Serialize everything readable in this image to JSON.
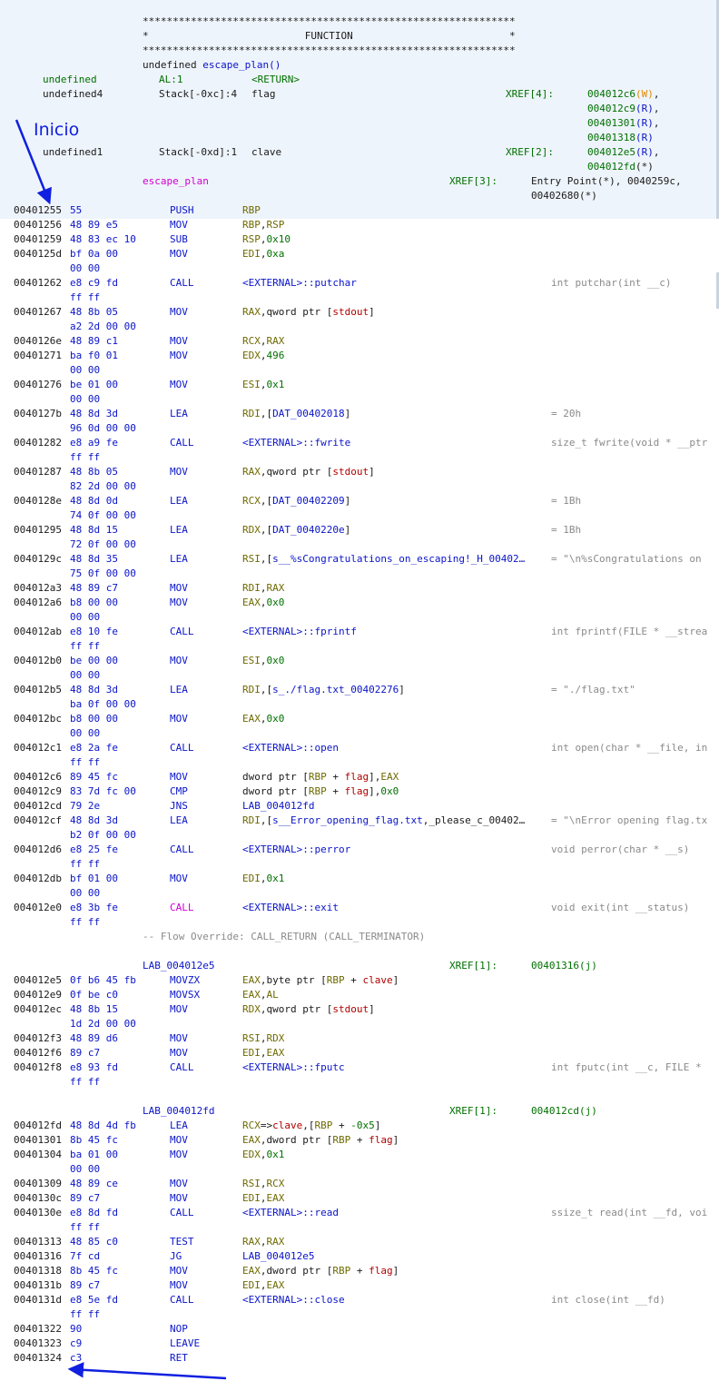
{
  "header": {
    "stars": "**************************************************************",
    "function_line": "*                          FUNCTION                          *",
    "signature_ret": "undefined",
    "signature_name": "escape_plan()",
    "vars": [
      {
        "type": "undefined",
        "storage": "AL:1",
        "name": "<RETURN>",
        "xref": ""
      },
      {
        "type": "undefined4",
        "storage": "Stack[-0xc]:4",
        "name": "flag",
        "xref": "XREF[4]:"
      },
      {
        "type": "undefined1",
        "storage": "Stack[-0xd]:1",
        "name": "clave",
        "xref": "XREF[2]:"
      }
    ],
    "flag_xrefs": [
      {
        "addr": "004012c6",
        "kind": "(W)"
      },
      {
        "addr": "004012c9",
        "kind": "(R)"
      },
      {
        "addr": "00401301",
        "kind": "(R)"
      },
      {
        "addr": "00401318",
        "kind": "(R)"
      }
    ],
    "clave_xrefs": [
      {
        "addr": "004012e5",
        "kind": "(R)"
      },
      {
        "addr": "004012fd",
        "kind": "(*)"
      }
    ],
    "label": "escape_plan",
    "label_xref": "XREF[3]:",
    "label_refs_1": "Entry Point(*), 0040259c,",
    "label_refs_2": "00402680(*)"
  },
  "annotations": {
    "start": "Inicio"
  },
  "labels": {
    "lab1": "LAB_004012e5",
    "lab1_xref": "XREF[1]:",
    "lab1_ref": "00401316(j)",
    "lab2": "LAB_004012fd",
    "lab2_xref": "XREF[1]:",
    "lab2_ref": "004012cd(j)",
    "flow_override": "-- Flow Override: CALL_RETURN (CALL_TERMINATOR)"
  },
  "rows": [
    {
      "addr": "00401255",
      "bytes": "55",
      "mn": "PUSH",
      "op": "RBP"
    },
    {
      "addr": "00401256",
      "bytes": "48 89 e5",
      "mn": "MOV",
      "op": "RBP,RSP"
    },
    {
      "addr": "00401259",
      "bytes": "48 83 ec 10",
      "mn": "SUB",
      "op": "RSP,0x10"
    },
    {
      "addr": "0040125d",
      "bytes": "bf 0a 00",
      "bytes2": "00 00",
      "mn": "MOV",
      "op": "EDI,0xa"
    },
    {
      "addr": "00401262",
      "bytes": "e8 c9 fd",
      "bytes2": "ff ff",
      "mn": "CALL",
      "op": "<EXTERNAL>::putchar",
      "cm": "int putchar(int __c)"
    },
    {
      "addr": "00401267",
      "bytes": "48 8b 05",
      "bytes2": "a2 2d 00 00",
      "mn": "MOV",
      "op": "RAX,qword ptr [stdout]"
    },
    {
      "addr": "0040126e",
      "bytes": "48 89 c1",
      "mn": "MOV",
      "op": "RCX,RAX"
    },
    {
      "addr": "00401271",
      "bytes": "ba f0 01",
      "bytes2": "00 00",
      "mn": "MOV",
      "op": "EDX,496"
    },
    {
      "addr": "00401276",
      "bytes": "be 01 00",
      "bytes2": "00 00",
      "mn": "MOV",
      "op": "ESI,0x1"
    },
    {
      "addr": "0040127b",
      "bytes": "48 8d 3d",
      "bytes2": "96 0d 00 00",
      "mn": "LEA",
      "op": "RDI,[DAT_00402018]",
      "cm": "= 20h"
    },
    {
      "addr": "00401282",
      "bytes": "e8 a9 fe",
      "bytes2": "ff ff",
      "mn": "CALL",
      "op": "<EXTERNAL>::fwrite",
      "cm": "size_t fwrite(void * __ptr"
    },
    {
      "addr": "00401287",
      "bytes": "48 8b 05",
      "bytes2": "82 2d 00 00",
      "mn": "MOV",
      "op": "RAX,qword ptr [stdout]"
    },
    {
      "addr": "0040128e",
      "bytes": "48 8d 0d",
      "bytes2": "74 0f 00 00",
      "mn": "LEA",
      "op": "RCX,[DAT_00402209]",
      "cm": "= 1Bh"
    },
    {
      "addr": "00401295",
      "bytes": "48 8d 15",
      "bytes2": "72 0f 00 00",
      "mn": "LEA",
      "op": "RDX,[DAT_0040220e]",
      "cm": "= 1Bh"
    },
    {
      "addr": "0040129c",
      "bytes": "48 8d 35",
      "bytes2": "75 0f 00 00",
      "mn": "LEA",
      "op": "RSI,[s__%sCongratulations_on_escaping!_H_00402…",
      "cm": "= \"\\n%sCongratulations on"
    },
    {
      "addr": "004012a3",
      "bytes": "48 89 c7",
      "mn": "MOV",
      "op": "RDI,RAX"
    },
    {
      "addr": "004012a6",
      "bytes": "b8 00 00",
      "bytes2": "00 00",
      "mn": "MOV",
      "op": "EAX,0x0"
    },
    {
      "addr": "004012ab",
      "bytes": "e8 10 fe",
      "bytes2": "ff ff",
      "mn": "CALL",
      "op": "<EXTERNAL>::fprintf",
      "cm": "int fprintf(FILE * __strea"
    },
    {
      "addr": "004012b0",
      "bytes": "be 00 00",
      "bytes2": "00 00",
      "mn": "MOV",
      "op": "ESI,0x0"
    },
    {
      "addr": "004012b5",
      "bytes": "48 8d 3d",
      "bytes2": "ba 0f 00 00",
      "mn": "LEA",
      "op": "RDI,[s_./flag.txt_00402276]",
      "cm": "= \"./flag.txt\""
    },
    {
      "addr": "004012bc",
      "bytes": "b8 00 00",
      "bytes2": "00 00",
      "mn": "MOV",
      "op": "EAX,0x0"
    },
    {
      "addr": "004012c1",
      "bytes": "e8 2a fe",
      "bytes2": "ff ff",
      "mn": "CALL",
      "op": "<EXTERNAL>::open",
      "cm": "int open(char * __file, in"
    },
    {
      "addr": "004012c6",
      "bytes": "89 45 fc",
      "mn": "MOV",
      "op": "dword ptr [RBP + flag],EAX"
    },
    {
      "addr": "004012c9",
      "bytes": "83 7d fc 00",
      "mn": "CMP",
      "op": "dword ptr [RBP + flag],0x0"
    },
    {
      "addr": "004012cd",
      "bytes": "79 2e",
      "mn": "JNS",
      "op": "LAB_004012fd"
    },
    {
      "addr": "004012cf",
      "bytes": "48 8d 3d",
      "bytes2": "b2 0f 00 00",
      "mn": "LEA",
      "op": "RDI,[s__Error_opening_flag.txt,_please_c_00402…",
      "cm": "= \"\\nError opening flag.tx"
    },
    {
      "addr": "004012d6",
      "bytes": "e8 25 fe",
      "bytes2": "ff ff",
      "mn": "CALL",
      "op": "<EXTERNAL>::perror",
      "cm": "void perror(char * __s)"
    },
    {
      "addr": "004012db",
      "bytes": "bf 01 00",
      "bytes2": "00 00",
      "mn": "MOV",
      "op": "EDI,0x1"
    },
    {
      "addr": "004012e0",
      "bytes": "e8 3b fe",
      "bytes2": "ff ff",
      "mn": "CALL",
      "op": "<EXTERNAL>::exit",
      "cm": "void exit(int __status)"
    },
    {
      "addr": "004012e5",
      "bytes": "0f b6 45 fb",
      "mn": "MOVZX",
      "op": "EAX,byte ptr [RBP + clave]"
    },
    {
      "addr": "004012e9",
      "bytes": "0f be c0",
      "mn": "MOVSX",
      "op": "EAX,AL"
    },
    {
      "addr": "004012ec",
      "bytes": "48 8b 15",
      "bytes2": "1d 2d 00 00",
      "mn": "MOV",
      "op": "RDX,qword ptr [stdout]"
    },
    {
      "addr": "004012f3",
      "bytes": "48 89 d6",
      "mn": "MOV",
      "op": "RSI,RDX"
    },
    {
      "addr": "004012f6",
      "bytes": "89 c7",
      "mn": "MOV",
      "op": "EDI,EAX"
    },
    {
      "addr": "004012f8",
      "bytes": "e8 93 fd",
      "bytes2": "ff ff",
      "mn": "CALL",
      "op": "<EXTERNAL>::fputc",
      "cm": "int fputc(int __c, FILE *"
    },
    {
      "addr": "004012fd",
      "bytes": "48 8d 4d fb",
      "mn": "LEA",
      "op": "RCX=>clave,[RBP + -0x5]"
    },
    {
      "addr": "00401301",
      "bytes": "8b 45 fc",
      "mn": "MOV",
      "op": "EAX,dword ptr [RBP + flag]"
    },
    {
      "addr": "00401304",
      "bytes": "ba 01 00",
      "bytes2": "00 00",
      "mn": "MOV",
      "op": "EDX,0x1"
    },
    {
      "addr": "00401309",
      "bytes": "48 89 ce",
      "mn": "MOV",
      "op": "RSI,RCX"
    },
    {
      "addr": "0040130c",
      "bytes": "89 c7",
      "mn": "MOV",
      "op": "EDI,EAX"
    },
    {
      "addr": "0040130e",
      "bytes": "e8 8d fd",
      "bytes2": "ff ff",
      "mn": "CALL",
      "op": "<EXTERNAL>::read",
      "cm": "ssize_t read(int __fd, voi"
    },
    {
      "addr": "00401313",
      "bytes": "48 85 c0",
      "mn": "TEST",
      "op": "RAX,RAX"
    },
    {
      "addr": "00401316",
      "bytes": "7f cd",
      "mn": "JG",
      "op": "LAB_004012e5"
    },
    {
      "addr": "00401318",
      "bytes": "8b 45 fc",
      "mn": "MOV",
      "op": "EAX,dword ptr [RBP + flag]"
    },
    {
      "addr": "0040131b",
      "bytes": "89 c7",
      "mn": "MOV",
      "op": "EDI,EAX"
    },
    {
      "addr": "0040131d",
      "bytes": "e8 5e fd",
      "bytes2": "ff ff",
      "mn": "CALL",
      "op": "<EXTERNAL>::close",
      "cm": "int close(int __fd)"
    },
    {
      "addr": "00401322",
      "bytes": "90",
      "mn": "NOP",
      "op": ""
    },
    {
      "addr": "00401323",
      "bytes": "c9",
      "mn": "LEAVE",
      "op": ""
    },
    {
      "addr": "00401324",
      "bytes": "c3",
      "mn": "RET",
      "op": ""
    }
  ]
}
